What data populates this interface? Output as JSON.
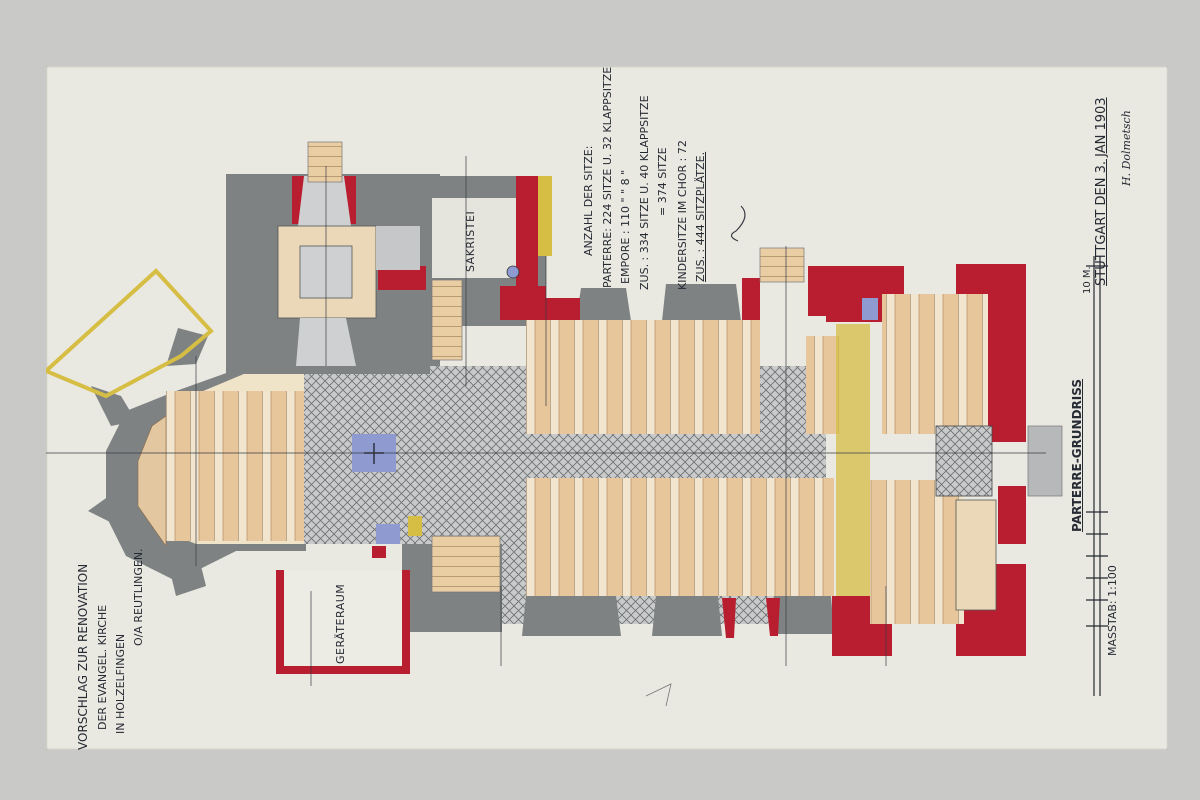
{
  "title_block": {
    "line1": "VORSCHLAG ZUR RENOVATION",
    "line2": "DER EVANGEL. KIRCHE",
    "line3": "IN HOLZELFINGEN",
    "line4": "O/A REUTLINGEN."
  },
  "rooms": {
    "sakristei": "SAKRISTEI",
    "geraeteraum": "GERÄTERAUM"
  },
  "seats": {
    "heading": "ANZAHL DER SITZE:",
    "row1": "PARTERRE: 224 SITZE U. 32 KLAPPSITZE",
    "row2": "EMPORE : 110  \"  \"   8   \"",
    "row3": "ZUS.  : 334 SITZE U. 40 KLAPPSITZE",
    "row4": "= 374 SITZE",
    "row5": "KINDERSITZE IM CHOR : 72",
    "row6": "ZUS. : 444 SITZPLÄTZE."
  },
  "signature": {
    "place_date": "STUTTGART DEN 3. JAN 1903",
    "signed": "H. Dolmetsch"
  },
  "plan_label": "PARTERRE-GRUNDRISS",
  "scale": {
    "label": "MASSTAB: 1:100",
    "end_mark": "10 M."
  },
  "colors": {
    "paper": "#e9e8e1",
    "wall_gray": "#7e8283",
    "wall_red": "#b81e2f",
    "pew_wood": "#e5c397",
    "yellow": "#d6be45",
    "floor_hatch": "#b9bbbb",
    "blue": "#8e9ad0",
    "ink": "#262a33"
  }
}
